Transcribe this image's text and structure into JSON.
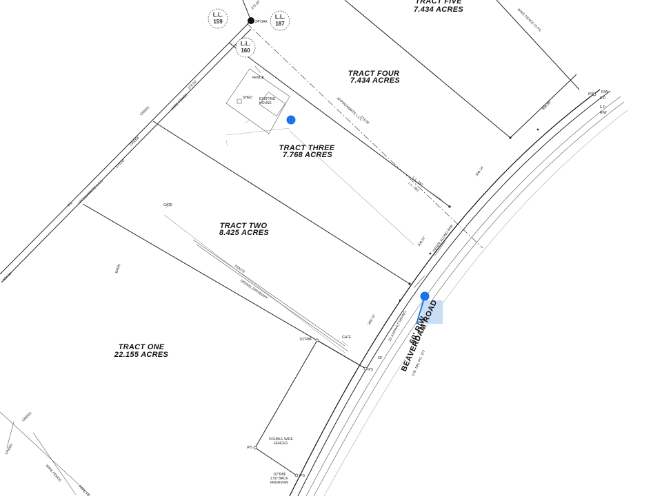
{
  "tracts": [
    {
      "name": "TRACT FIVE",
      "acres": "7.434 ACRES"
    },
    {
      "name": "TRACT FOUR",
      "acres": "7.434 ACRES"
    },
    {
      "name": "TRACT THREE",
      "acres": "7.768 ACRES"
    },
    {
      "name": "TRACT TWO",
      "acres": "8.425 ACRES"
    },
    {
      "name": "TRACT ONE",
      "acres": "22.155 ACRES"
    }
  ],
  "land_lots": [
    "L.L.",
    "159",
    "187",
    "160"
  ],
  "road": {
    "width": "60' R/W",
    "name": "BEAVERDAM ROAD",
    "deed": "D.B. 194, PG. 377"
  },
  "labels": {
    "fence": "FENCE",
    "shed": "SHED",
    "existing": "EXISTING",
    "house": "HOUSE",
    "gate": "GATE",
    "barn": "BARN",
    "gravel_driveway": "GRAVEL DRIVEWAY",
    "creek": "CREEK",
    "wire_fence": "WIRE FENCE",
    "wire_fence_pl": "WIRE FENCE IS P/L",
    "pl": "P/L",
    "approx_lll": "APPROXIMATE L.L.L.",
    "approximate_lll": "APPROXIMATE L.L.L.",
    "ll_pair": "L.L. 187",
    "ll_pair2": "L.L. 160",
    "fence_along_rw": "FENCE ALONG R/W",
    "asphalt": "20' ASPHALT PAVING",
    "double_wire_fences": "DOUBLE WIRE",
    "fences": "FENCES",
    "rbf": "1/2\"RBF",
    "rbf_note1": "1/2\"RBF",
    "rbf_note2": "2.50' BACK",
    "rbf_note3": "FROM R/W",
    "ips": "IPS",
    "ep": "E.P.",
    "rw": "R/W",
    "oak": "24\"OAK",
    "sixty": "60'"
  },
  "distances": [
    "273.00'",
    "273.00'",
    "273.00'",
    "273.00'",
    "506.89'",
    "309.14'",
    "309.37'",
    "309.74'",
    "584.11'"
  ],
  "pins": [
    {
      "name": "location-pin-tract-three"
    },
    {
      "name": "location-pin-road"
    }
  ],
  "colors": {
    "pin": "#1a73e8",
    "highlight": "#c9ddf4",
    "line": "#222222"
  }
}
